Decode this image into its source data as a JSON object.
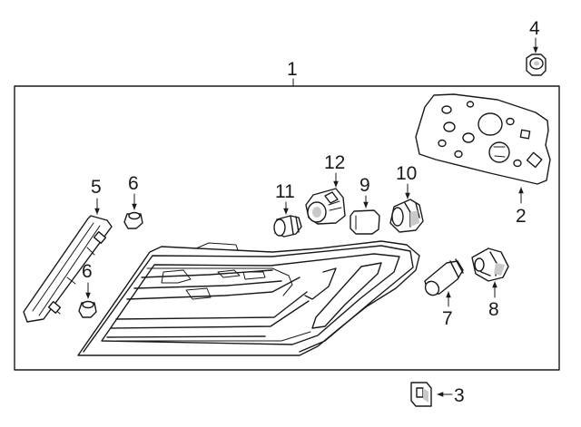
{
  "diagram": {
    "callouts": {
      "c1": "1",
      "c2": "2",
      "c3": "3",
      "c4": "4",
      "c5": "5",
      "c6a": "6",
      "c6b": "6",
      "c7": "7",
      "c8": "8",
      "c9": "9",
      "c10": "10",
      "c11": "11",
      "c12": "12"
    }
  }
}
